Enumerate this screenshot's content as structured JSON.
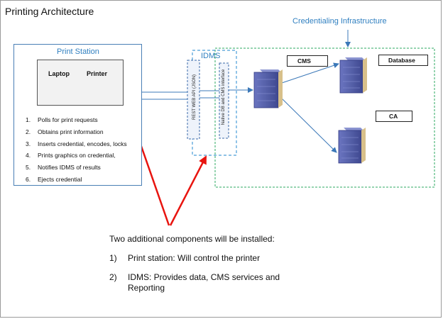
{
  "title": "Printing Architecture",
  "credentialing_infrastructure": "Credentialing Infrastructure",
  "print_station": {
    "title": "Print Station",
    "laptop_label": "Laptop",
    "printer_label": "Printer",
    "steps": [
      {
        "num": "1.",
        "text": "Polls for print requests"
      },
      {
        "num": "2.",
        "text": "Obtains print information"
      },
      {
        "num": "3.",
        "text": "Inserts credential, encodes, locks"
      },
      {
        "num": "4.",
        "text": "Prints graphics on credential,"
      },
      {
        "num": "5.",
        "text": "Notifies IDMS of results"
      },
      {
        "num": "6.",
        "text": "Ejects credential"
      }
    ]
  },
  "idms": {
    "title": "IDMS",
    "rest_api_label": "REST WEB API (JSON)",
    "native_interface_label": "Native DB and CMS interface"
  },
  "servers": {
    "cms": "CMS",
    "database": "Database",
    "ca": "CA"
  },
  "note": {
    "intro": "Two additional components will be installed:",
    "items": [
      {
        "num": "1)",
        "text": "Print station: Will control the printer"
      },
      {
        "num": "2)",
        "text": "IDMS: Provides data, CMS services and Reporting"
      }
    ]
  },
  "colors": {
    "accent_blue": "#2f7fc0",
    "infra_border": "#2ea860",
    "arrow_red": "#e8140f",
    "server_blue": "#5560a8"
  }
}
